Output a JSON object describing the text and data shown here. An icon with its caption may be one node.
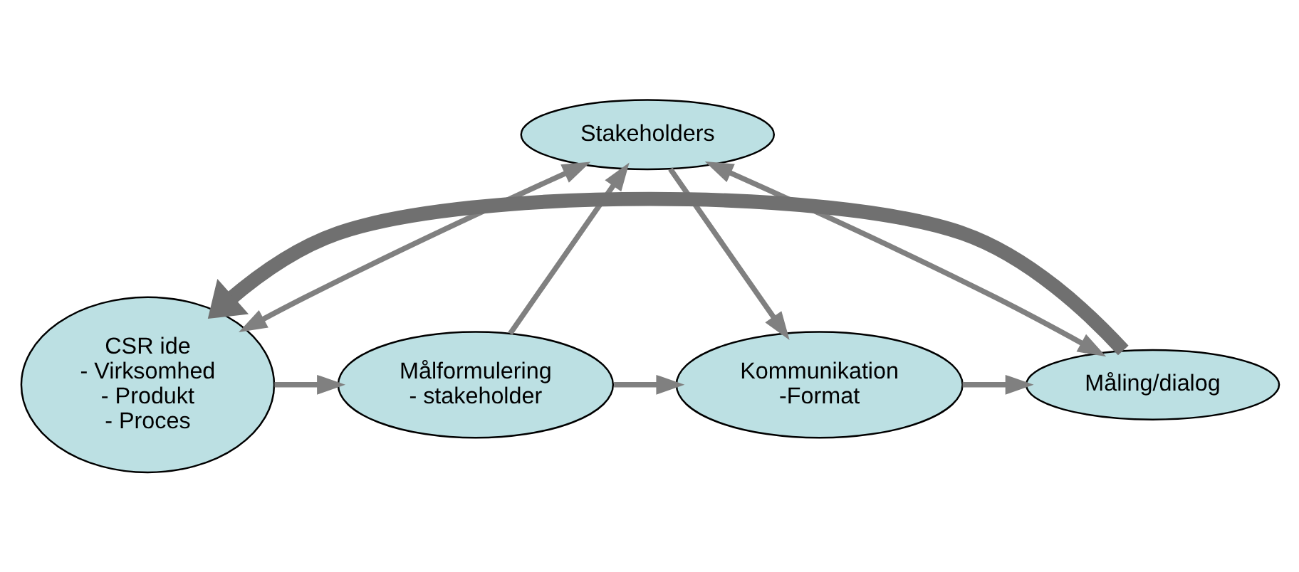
{
  "diagram": {
    "nodes": [
      {
        "text": [
          "Stakeholders"
        ]
      },
      {
        "text": [
          "CSR ide - Virksomhed - Produkt - Proces"
        ]
      },
      {
        "text": [
          "Målformulering - stakeholder"
        ]
      },
      {
        "text": [
          "Kommunikation -Format"
        ]
      },
      {
        "text": [
          "Måling/dialog"
        ]
      }
    ],
    "edges": [
      {
        "from": 0,
        "to": 1,
        "arrow": "both"
      },
      {
        "from": 2,
        "to": 0,
        "arrow": "to"
      },
      {
        "from": 0,
        "to": 3,
        "arrow": "to"
      },
      {
        "from": 0,
        "to": 4,
        "arrow": "both"
      },
      {
        "from": 1,
        "to": 2,
        "arrow": "to"
      },
      {
        "from": 2,
        "to": 3,
        "arrow": "to"
      },
      {
        "from": 3,
        "to": 4,
        "arrow": "to"
      },
      {
        "from": 4,
        "to": 1,
        "arrow": "to",
        "style": "thick"
      }
    ]
  }
}
